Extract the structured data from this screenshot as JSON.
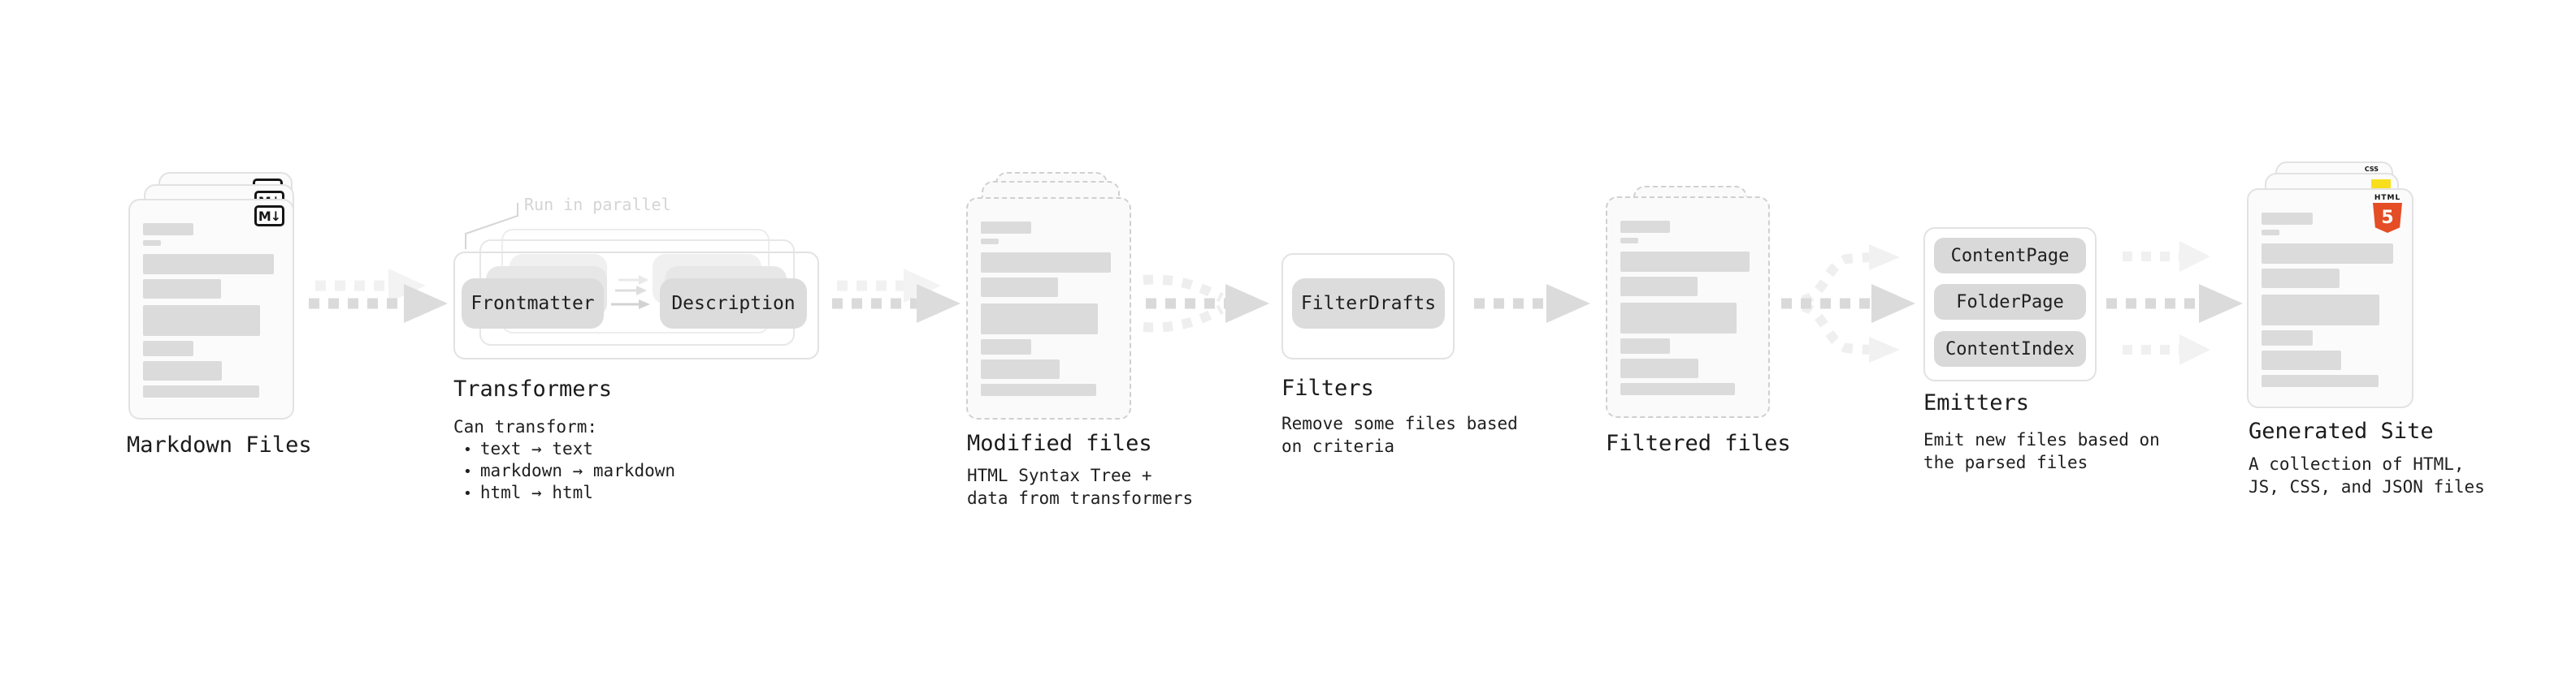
{
  "markdown_files": {
    "label": "Markdown Files",
    "md_icon": "M↓"
  },
  "transformers": {
    "label": "Transformers",
    "note": "Run in parallel",
    "pill_frontmatter": "Frontmatter",
    "pill_description": "Description",
    "desc_heading": "Can transform:",
    "bullet_char": "•",
    "bullets": [
      "text → text",
      "markdown → markdown",
      "html → html"
    ]
  },
  "modified_files": {
    "label": "Modified files",
    "sublabel": "HTML Syntax Tree +\ndata from transformers"
  },
  "filters": {
    "label": "Filters",
    "pill": "FilterDrafts",
    "sublabel": "Remove some files based\non criteria"
  },
  "filtered_files": {
    "label": "Filtered files"
  },
  "emitters": {
    "label": "Emitters",
    "pills": [
      "ContentPage",
      "FolderPage",
      "ContentIndex"
    ],
    "sublabel": "Emit new files based on\nthe parsed files"
  },
  "generated_site": {
    "label": "Generated Site",
    "sublabel": "A collection of HTML,\nJS, CSS, and JSON files",
    "badge_css": "CSS",
    "badge_html_word": "HTML",
    "badge_html_number": "5"
  },
  "colors": {
    "html5_orange": "#e44d26",
    "js_yellow": "#f7df1e",
    "css_blue": "#2d6ff1",
    "pill_gray": "#dcdcdc",
    "arrow_gray": "#d9d9d9"
  }
}
